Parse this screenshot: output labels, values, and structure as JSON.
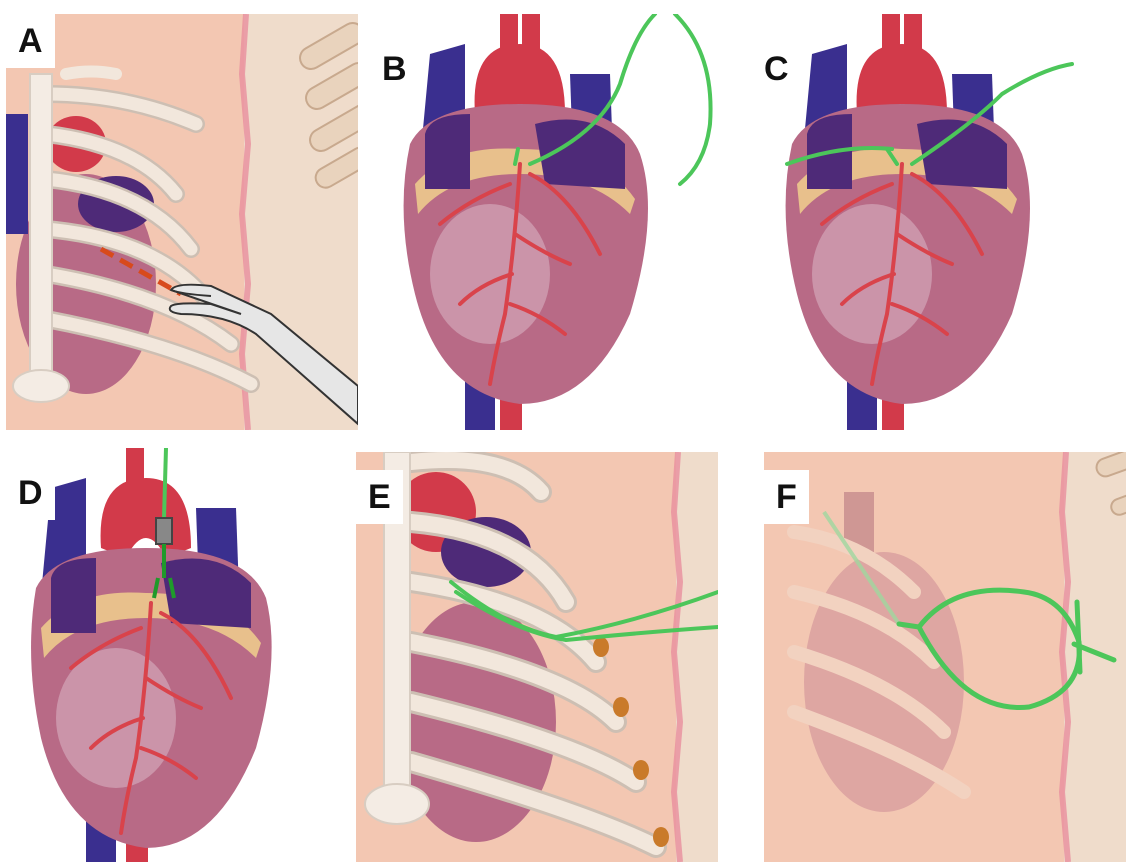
{
  "figure": {
    "panels": [
      {
        "id": "A",
        "label": "A"
      },
      {
        "id": "B",
        "label": "B"
      },
      {
        "id": "C",
        "label": "C"
      },
      {
        "id": "D",
        "label": "D"
      },
      {
        "id": "E",
        "label": "E"
      },
      {
        "id": "F",
        "label": "F"
      }
    ]
  },
  "colors": {
    "skin": "#f3c7b2",
    "skin_dark": "#e9b59d",
    "background_beige": "#efdccb",
    "incision_margin": "#e88f9d",
    "rib": "#f2e7dc",
    "rib_shadow": "#cdbfb3",
    "heart": "#b86a86",
    "heart_dark": "#8e3f5f",
    "heart_highlight": "#dbb6c6",
    "aorta": "#d23a4a",
    "vena_cava": "#3a2f8f",
    "vein_purple": "#4e2a78",
    "fat": "#e8c08c",
    "coronary_artery": "#d9434b",
    "suture_green": "#4cc65a",
    "wire_green": "#1f9a2a",
    "instrument_outline": "#333333",
    "instrument_fill": "#e6e6e6",
    "dashed_incision": "#d84a1c"
  },
  "icons": {
    "forceps": "forceps-icon",
    "heart": "heart-illustration",
    "ribcage": "ribcage-illustration"
  }
}
